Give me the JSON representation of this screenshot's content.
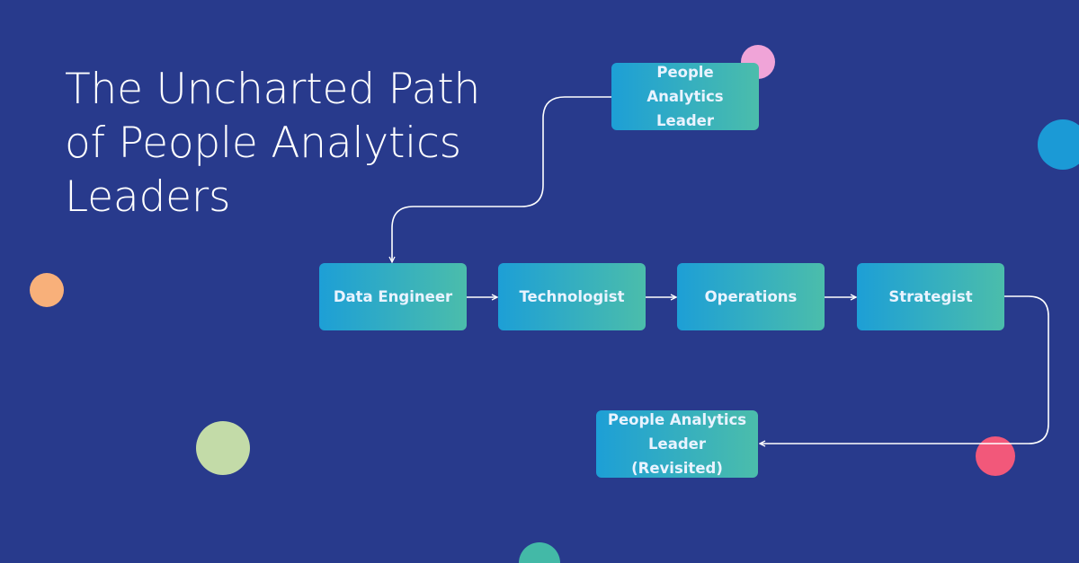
{
  "title": "The Uncharted Path of People Analytics Leaders",
  "nodes": {
    "leader": "People Analytics Leader",
    "data_engineer": "Data Engineer",
    "technologist": "Technologist",
    "operations": "Operations",
    "strategist": "Strategist",
    "leader_revisited": "People Analytics Leader (Revisited)"
  },
  "colors": {
    "background": "#283a8c",
    "node_gradient_start": "#1d9fd6",
    "node_gradient_end": "#4bbdab",
    "connector": "#ffffff",
    "dot_pink": "#f0a4d8",
    "dot_blue": "#1b9ad6",
    "dot_orange": "#f8b07a",
    "dot_green": "#c3dba8",
    "dot_red": "#f2587a",
    "dot_teal": "#43b9a7"
  }
}
